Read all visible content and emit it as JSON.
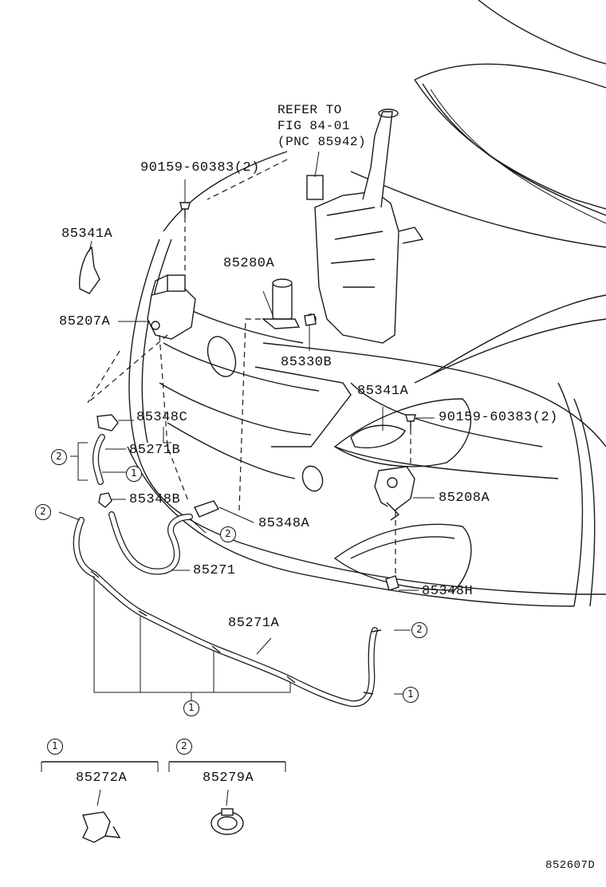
{
  "diagram": {
    "refer_note": "REFER TO\nFIG 84-01\n(PNC 85942)",
    "labels": {
      "bolt_left": "90159-60383(2)",
      "bolt_right": "90159-60383(2)",
      "p85341A_left": "85341A",
      "p85341A_right": "85341A",
      "p85280A": "85280A",
      "p85207A": "85207A",
      "p85330B": "85330B",
      "p85348C": "85348C",
      "p85271B": "85271B",
      "p85348B": "85348B",
      "p85348A": "85348A",
      "p85208A": "85208A",
      "p85271": "85271",
      "p85348H": "85348H",
      "p85271A": "85271A",
      "p85272A": "85272A",
      "p85279A": "85279A",
      "figure_code": "852607D"
    },
    "callouts": {
      "c1": "1",
      "c2": "2"
    }
  }
}
